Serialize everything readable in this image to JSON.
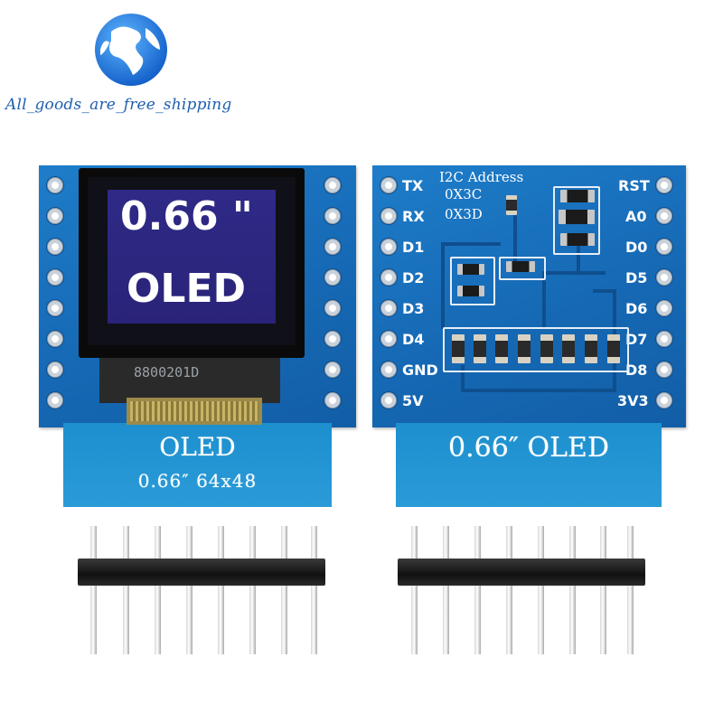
{
  "shop": {
    "name": "All_goods_are_free_shipping",
    "logo_icon": "globe-icon"
  },
  "left_board": {
    "screen_line1": "0.66 \"",
    "screen_line2": "OLED",
    "part_number": "8800201D",
    "tab_title": "OLED",
    "tab_size": "0.66″  64x48"
  },
  "right_board": {
    "i2c_title": "I2C Address",
    "address_1": "0X3C",
    "address_2": "0X3D",
    "left_pins": [
      "TX",
      "RX",
      "D1",
      "D2",
      "D3",
      "D4",
      "GND",
      "5V"
    ],
    "right_pins": [
      "RST",
      "A0",
      "D0",
      "D5",
      "D6",
      "D7",
      "D8",
      "3V3"
    ],
    "tab_title": "0.66″  OLED"
  },
  "colors": {
    "pcb": "#1669b5",
    "screen": "#2e2a86",
    "brand_text": "#1f5fae"
  }
}
